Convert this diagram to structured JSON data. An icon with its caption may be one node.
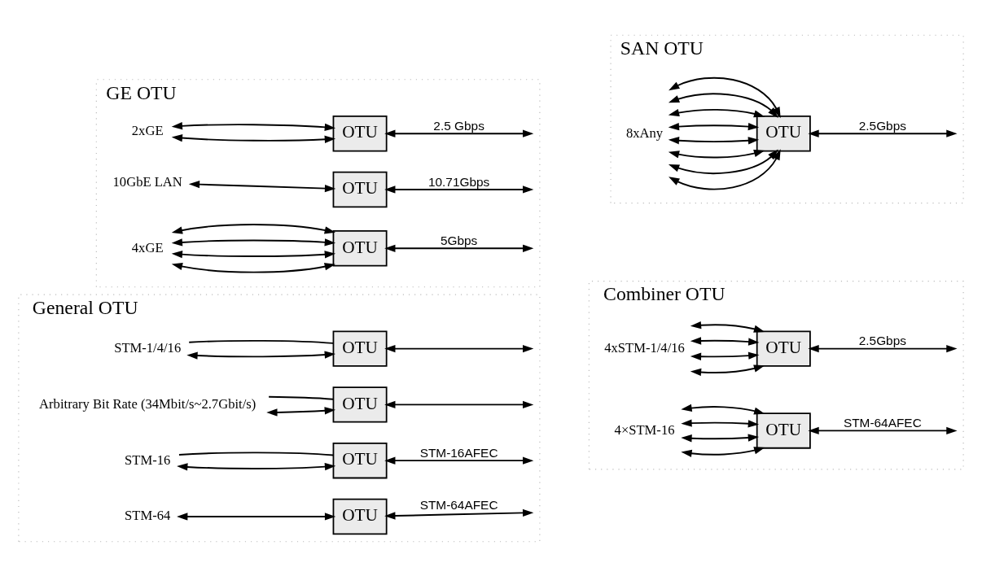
{
  "diagram": {
    "nodes": [
      {
        "text": [
          "General OTU"
        ]
      },
      {
        "text": [
          "STM-1/4/16"
        ],
        "in": 0
      },
      {
        "text": [
          "OTU"
        ],
        "in": 0
      },
      {
        "text": [
          "Arbitrary Bit Rate (34Mbit/s~2.7Gbit/s)"
        ],
        "in": 0
      },
      {
        "text": [
          "OTU"
        ],
        "in": 0
      },
      {
        "text": [
          "STM-16"
        ],
        "in": 0
      },
      {
        "text": [
          "OTU"
        ],
        "in": 0
      },
      {
        "text": [
          "STM-64"
        ],
        "in": 0
      },
      {
        "text": [
          "OTU"
        ],
        "in": 0
      },
      {
        "text": [
          "Combiner OTU"
        ]
      },
      {
        "text": [
          "4xSTM-1/4/16"
        ],
        "in": 9
      },
      {
        "text": [
          "OTU"
        ],
        "in": 9
      },
      {
        "text": [
          "4×STM-16"
        ],
        "in": 9
      },
      {
        "text": [
          "OTU"
        ],
        "in": 9
      },
      {
        "text": [
          "GE OTU"
        ]
      },
      {
        "text": [
          "2xGE"
        ],
        "in": 14
      },
      {
        "text": [
          "OTU"
        ],
        "in": 14
      },
      {
        "text": [
          "10GbE LAN"
        ],
        "in": 14
      },
      {
        "text": [
          "OTU"
        ],
        "in": 14
      },
      {
        "text": [
          "4xGE"
        ],
        "in": 14
      },
      {
        "text": [
          "OTU"
        ],
        "in": 14
      },
      {
        "text": [
          "SAN OTU"
        ]
      },
      {
        "text": [
          "8xAny"
        ],
        "in": 21
      },
      {
        "text": [
          "OTU"
        ],
        "in": 21
      }
    ],
    "edges": [
      {
        "from": 1,
        "to": 2,
        "arrow": "both"
      },
      {
        "from": 1,
        "to": 2,
        "arrow": "none"
      },
      {
        "from": 2,
        "to": null,
        "arrow": "both"
      },
      {
        "from": 3,
        "to": 4,
        "arrow": "both"
      },
      {
        "from": 3,
        "to": 4,
        "arrow": "none"
      },
      {
        "from": 4,
        "to": null,
        "arrow": "both"
      },
      {
        "from": 5,
        "to": 6,
        "arrow": "both"
      },
      {
        "from": 5,
        "to": 6,
        "arrow": "none"
      },
      {
        "from": 6,
        "to": null,
        "arrow": "both",
        "label": "STM-16AFEC"
      },
      {
        "from": 7,
        "to": 8,
        "arrow": "both"
      },
      {
        "from": 8,
        "to": null,
        "arrow": "both",
        "label": "STM-64AFEC"
      },
      {
        "from": 10,
        "to": 11,
        "arrow": "both"
      },
      {
        "from": 10,
        "to": 11,
        "arrow": "both"
      },
      {
        "from": 10,
        "to": 11,
        "arrow": "both"
      },
      {
        "from": 10,
        "to": 11,
        "arrow": "both"
      },
      {
        "from": 11,
        "to": null,
        "arrow": "both",
        "label": "2.5Gbps"
      },
      {
        "from": 12,
        "to": 13,
        "arrow": "both"
      },
      {
        "from": 12,
        "to": 13,
        "arrow": "both"
      },
      {
        "from": 12,
        "to": 13,
        "arrow": "both"
      },
      {
        "from": 12,
        "to": 13,
        "arrow": "both"
      },
      {
        "from": 13,
        "to": null,
        "arrow": "both",
        "label": "STM-64AFEC"
      },
      {
        "from": 15,
        "to": 16,
        "arrow": "both"
      },
      {
        "from": 15,
        "to": 16,
        "arrow": "both"
      },
      {
        "from": 16,
        "to": null,
        "arrow": "both",
        "label": "2.5 Gbps"
      },
      {
        "from": 17,
        "to": 18,
        "arrow": "both"
      },
      {
        "from": 18,
        "to": null,
        "arrow": "both",
        "label": "10.71Gbps"
      },
      {
        "from": 19,
        "to": 20,
        "arrow": "both"
      },
      {
        "from": 19,
        "to": 20,
        "arrow": "both"
      },
      {
        "from": 19,
        "to": 20,
        "arrow": "both"
      },
      {
        "from": 19,
        "to": 20,
        "arrow": "both"
      },
      {
        "from": 20,
        "to": null,
        "arrow": "both",
        "label": "5Gbps"
      },
      {
        "from": 22,
        "to": 23,
        "arrow": "both"
      },
      {
        "from": 22,
        "to": 23,
        "arrow": "both"
      },
      {
        "from": 22,
        "to": 23,
        "arrow": "both"
      },
      {
        "from": 22,
        "to": 23,
        "arrow": "both"
      },
      {
        "from": 22,
        "to": 23,
        "arrow": "both"
      },
      {
        "from": 22,
        "to": 23,
        "arrow": "both"
      },
      {
        "from": 22,
        "to": 23,
        "arrow": "both"
      },
      {
        "from": 22,
        "to": 23,
        "arrow": "both"
      },
      {
        "from": 23,
        "to": null,
        "arrow": "both",
        "label": "2.5Gbps"
      }
    ]
  }
}
